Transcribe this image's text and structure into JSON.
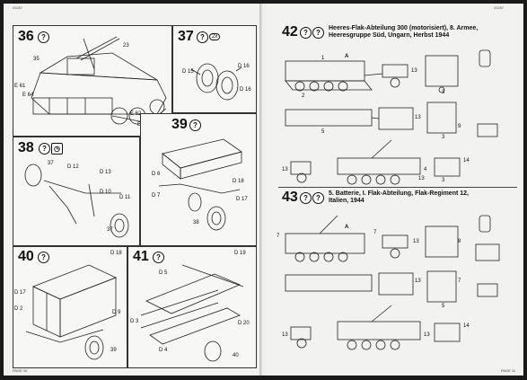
{
  "left": {
    "code": "03287",
    "folio": "PAGE 10",
    "steps": [
      {
        "num": "36",
        "labels": {
          "p23": "23",
          "p35": "35",
          "e61": "E 61",
          "e64": "E 64",
          "e62": "E 62",
          "e63": "E 63"
        }
      },
      {
        "num": "37",
        "qty": "2x",
        "labels": {
          "d16a": "D 16",
          "d16b": "D 16",
          "d15": "D 15"
        }
      },
      {
        "num": "38",
        "labels": {
          "p37a": "37",
          "d12": "D 12",
          "d13": "D 13",
          "d10": "D 10",
          "d11": "D 11",
          "p37b": "37"
        }
      },
      {
        "num": "39",
        "labels": {
          "d6": "D 6",
          "d7": "D 7",
          "p38": "38",
          "d18": "D 18",
          "d17": "D 17"
        }
      },
      {
        "num": "40",
        "labels": {
          "d18": "D 18",
          "d17": "D 17",
          "d2": "D 2",
          "d9": "D 9",
          "p39": "39"
        }
      },
      {
        "num": "41",
        "labels": {
          "d19": "D 19",
          "d5": "D 5",
          "d3": "D 3",
          "d20": "D 20",
          "d4": "D 4",
          "p40": "40"
        }
      }
    ]
  },
  "right": {
    "code": "03287",
    "folio": "PAGE 11",
    "steps": [
      {
        "num": "42",
        "caption_lines": [
          "Heeres-Flak-Abteilung 300 (motorisiert), 8. Armee,",
          "Heeresgruppe Süd, Ungarn, Herbst 1944"
        ],
        "labels": [
          "1",
          "2",
          "13",
          "3",
          "13",
          "5",
          "9",
          "3",
          "14",
          "4",
          "13",
          "13",
          "3",
          "A"
        ]
      },
      {
        "num": "43",
        "caption_lines": [
          "5. Batterie, I. Flak-Abteilung, Flak-Regiment 12,",
          "Italien, 1944"
        ],
        "labels": [
          "7",
          "7",
          "13",
          "8",
          "13",
          "7",
          "5",
          "14",
          "13",
          "13",
          "A"
        ]
      }
    ]
  }
}
